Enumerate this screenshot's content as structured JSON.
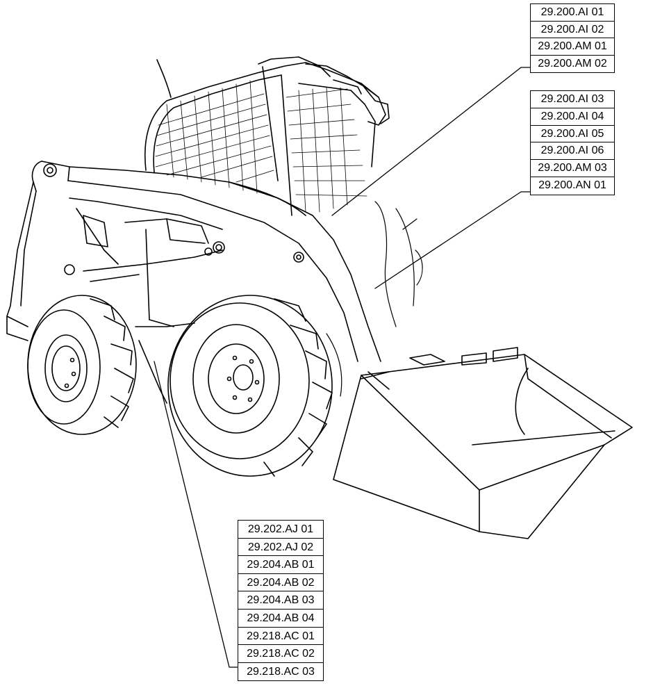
{
  "callouts": {
    "cab_group": [
      "29.200.AI 01",
      "29.200.AI 02",
      "29.200.AM 01",
      "29.200.AM 02"
    ],
    "door_group": [
      "29.200.AI 03",
      "29.200.AI 04",
      "29.200.AI 05",
      "29.200.AI 06",
      "29.200.AM 03",
      "29.200.AN 01"
    ],
    "chassis_group": [
      "29.202.AJ 01",
      "29.202.AJ 02",
      "29.204.AB 01",
      "29.204.AB 02",
      "29.204.AB 03",
      "29.204.AB 04",
      "29.218.AC 01",
      "29.218.AC 02",
      "29.218.AC 03"
    ]
  },
  "illustration": {
    "subject": "skid-steer-loader",
    "line_color": "#000000",
    "background": "#ffffff"
  }
}
